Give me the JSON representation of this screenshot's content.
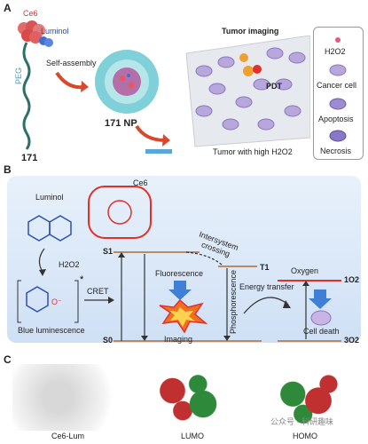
{
  "panelA": {
    "letter": "A",
    "ce6": "Ce6",
    "luminol": "Luminol",
    "peg": "PEG",
    "polymer": "171",
    "self_assembly": "Self-assembly",
    "nanoparticle": "171 NP",
    "tumor_imaging": "Tumor imaging",
    "pdt": "PDT",
    "tumor_caption": "Tumor with high H2O2",
    "legend": [
      "H2O2",
      "Cancer cell",
      "Apoptosis",
      "Necrosis"
    ]
  },
  "panelB": {
    "letter": "B",
    "luminol": "Luminol",
    "h2o2": "H2O2",
    "cret": "CRET",
    "blue": "Blue luminescence",
    "ce6": "Ce6",
    "s1": "S1",
    "s0": "S0",
    "t1": "T1",
    "isc": "Intersystem crossing",
    "fluorescence": "Fluorescence",
    "imaging": "Imaging",
    "phosphorescence": "Phosphorescence",
    "energy_transfer": "Energy transfer",
    "oxygen": "Oxygen",
    "singlet": "1O2",
    "triplet": "3O2",
    "cell_death": "Cell death"
  },
  "panelC": {
    "letter": "C",
    "labels": [
      "Ce6-Lum",
      "LUMO",
      "HOMO"
    ],
    "watermark": "公众号 · 科研趣味"
  },
  "colors": {
    "panel_b_bg": "#dbe8f7",
    "ce6_red": "#e0302a",
    "luminol_blue": "#2b4fb0",
    "arrow_red": "#d9482b",
    "level_brown": "#b98a6a"
  }
}
